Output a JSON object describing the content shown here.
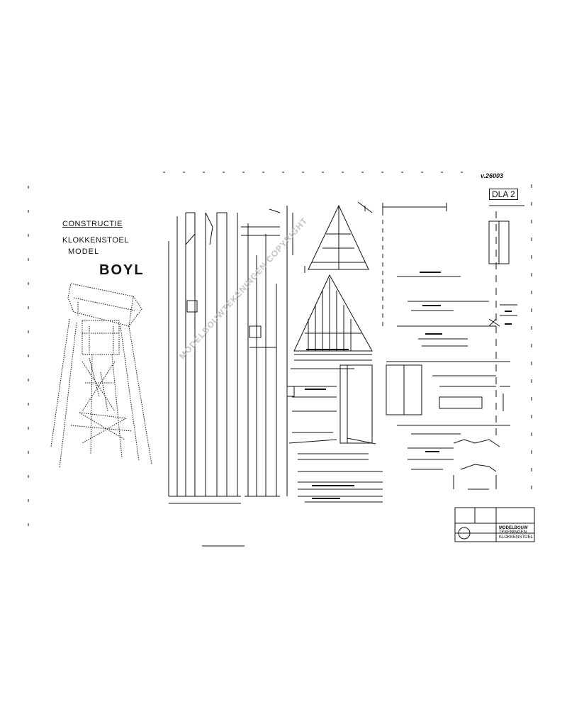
{
  "header": {
    "construction_label": "CONSTRUCTIE",
    "subject_line1": "KLOKKENSTOEL",
    "subject_line2": "MODEL",
    "model_name": "BOYL"
  },
  "corner": {
    "handwritten_number": "v.26003",
    "sheet_code": "DLA 2"
  },
  "watermark": "MODELBOUWTEKENINGEN COPYRIGHT",
  "title_block": {
    "cells": [
      "MODELBOUW",
      "TEKENINGEN",
      "KLOKKENSTOEL"
    ]
  },
  "colors": {
    "ink": "#111111",
    "paper": "#ffffff",
    "watermark": "#bbbbbb"
  }
}
